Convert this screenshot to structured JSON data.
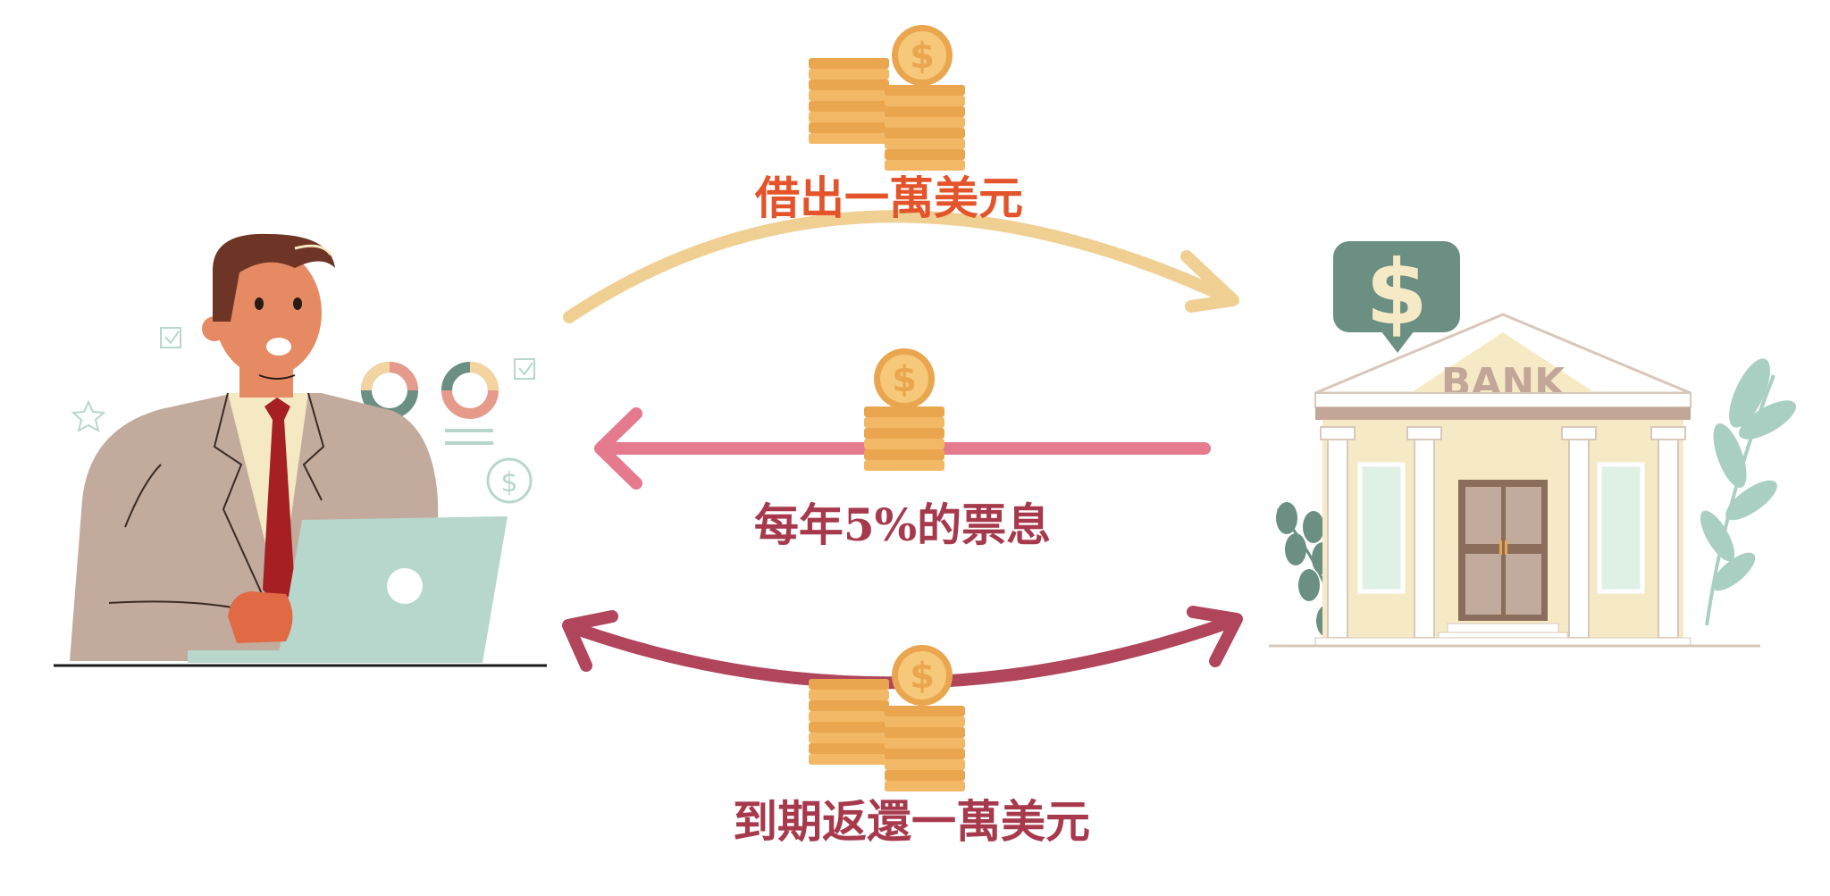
{
  "colors": {
    "lend_arrow": "#f0cf93",
    "lend_text": "#e3542b",
    "coupon_arrow": "#e57a8e",
    "coupon_text": "#a63a4c",
    "return_arrow": "#b0455c",
    "return_text": "#a63a4c",
    "coin": "#eaa64f",
    "coin_light": "#f6c879",
    "bank_body": "#f6eac6",
    "bank_roof": "#c2a697",
    "bubble": "#6b8f82",
    "leaf": "#a9cfc3",
    "leaf_dark": "#6b8f82"
  },
  "diagram": {
    "lend_label": "借出一萬美元",
    "coupon_label": "每年5%的票息",
    "return_label": "到期返還一萬美元",
    "bank_sign": "BANK",
    "bubble_symbol": "$"
  },
  "icons": {
    "person": "businessman-at-laptop-icon",
    "bank": "bank-building-icon",
    "coins": "coin-stack-icon",
    "bubble": "dollar-speech-bubble-icon"
  }
}
